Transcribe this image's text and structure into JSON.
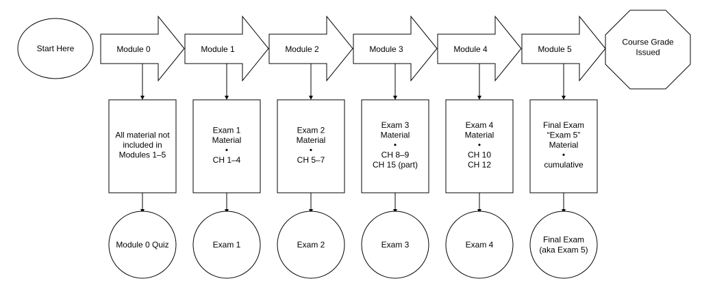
{
  "diagram": {
    "start": {
      "label": "Start Here"
    },
    "end": {
      "lines": [
        "Course Grade",
        "Issued"
      ]
    },
    "modules": [
      {
        "label": "Module 0",
        "material": [
          "All material not",
          "included in",
          "Modules 1–5"
        ],
        "assessment": [
          "Module 0 Quiz"
        ]
      },
      {
        "label": "Module 1",
        "material": [
          "Exam 1",
          "Material",
          "•",
          "CH 1–4"
        ],
        "assessment": [
          "Exam 1"
        ]
      },
      {
        "label": "Module 2",
        "material": [
          "Exam 2",
          "Material",
          "•",
          "CH 5–7"
        ],
        "assessment": [
          "Exam 2"
        ]
      },
      {
        "label": "Module 3",
        "material": [
          "Exam 3",
          "Material",
          "•",
          "CH 8–9",
          "CH 15 (part)"
        ],
        "assessment": [
          "Exam 3"
        ]
      },
      {
        "label": "Module 4",
        "material": [
          "Exam 4",
          "Material",
          "•",
          "CH 10",
          "CH 12"
        ],
        "assessment": [
          "Exam 4"
        ]
      },
      {
        "label": "Module 5",
        "material": [
          "Final Exam",
          "“Exam 5”",
          "Material",
          "•",
          "cumulative"
        ],
        "assessment": [
          "Final Exam",
          "(aka Exam 5)"
        ]
      }
    ]
  }
}
